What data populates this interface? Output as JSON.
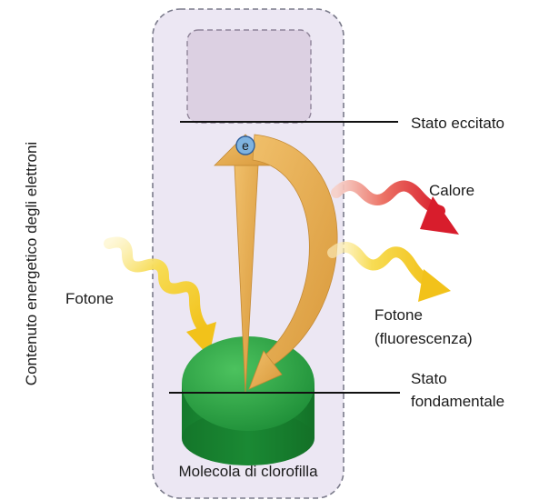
{
  "y_axis_label": "Contenuto energetico degli elettroni",
  "labels": {
    "excited_state": "Stato eccitato",
    "heat": "Calore",
    "photon_in": "Fotone",
    "photon_out_line1": "Fotone",
    "photon_out_line2": "(fluorescenza)",
    "ground_state_line1": "Stato",
    "ground_state_line2": "fondamentale",
    "molecule": "Molecola di clorofilla",
    "electron": "e"
  },
  "colors": {
    "panel_fill": "#ece7f3",
    "panel_border": "#7a7a8a",
    "excited_box": "#dcd0e2",
    "arrow": "#e2a94c",
    "heat_wave": "#d81d2c",
    "photon_wave": "#f2c21a",
    "chlorophyll": "#1f9a3c",
    "electron": "#7fb3e0"
  }
}
